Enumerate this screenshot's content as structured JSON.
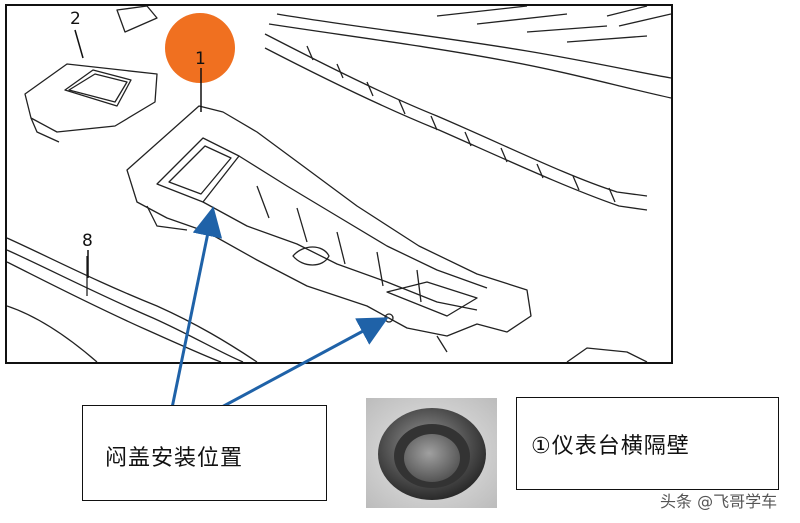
{
  "diagram": {
    "part_numbers": [
      "2",
      "1",
      "8"
    ],
    "highlight_color": "#f07020",
    "arrow_color": "#1f62a8"
  },
  "callouts": {
    "plug_position_label": "闷盖安装位置",
    "part_name_label": "①仪表台横隔壁"
  },
  "watermark": "头条 @飞哥学车"
}
